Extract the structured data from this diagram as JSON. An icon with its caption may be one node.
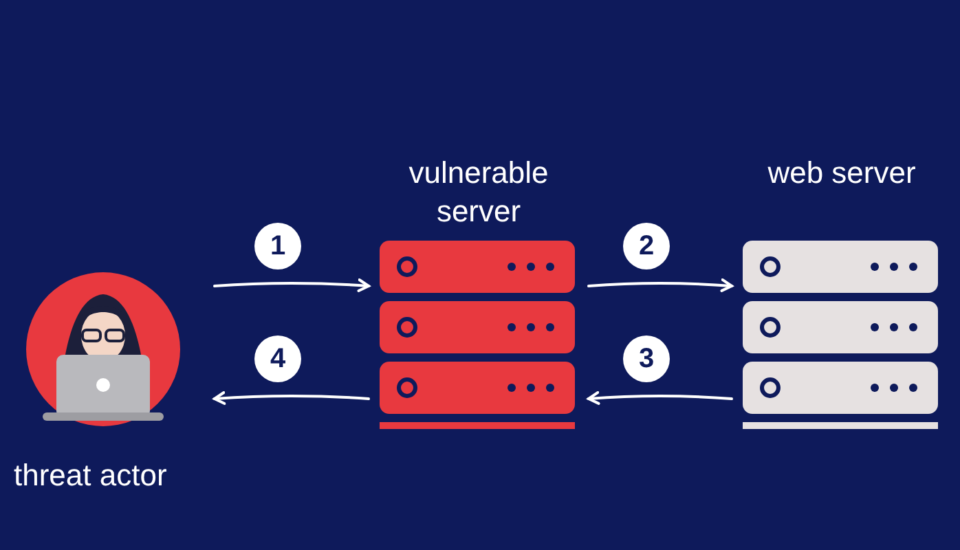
{
  "diagram": {
    "nodes": [
      {
        "text": [
          "threat actor"
        ]
      },
      {
        "text": [
          "vulnerable server"
        ]
      },
      {
        "text": [
          "web server"
        ]
      }
    ],
    "edges": [
      {
        "from": 0,
        "to": 1,
        "arrow": "to",
        "label": "1"
      },
      {
        "from": 1,
        "to": 2,
        "arrow": "to",
        "label": "2"
      },
      {
        "from": 2,
        "to": 1,
        "arrow": "to",
        "label": "3"
      },
      {
        "from": 1,
        "to": 0,
        "arrow": "to",
        "label": "4"
      }
    ]
  }
}
